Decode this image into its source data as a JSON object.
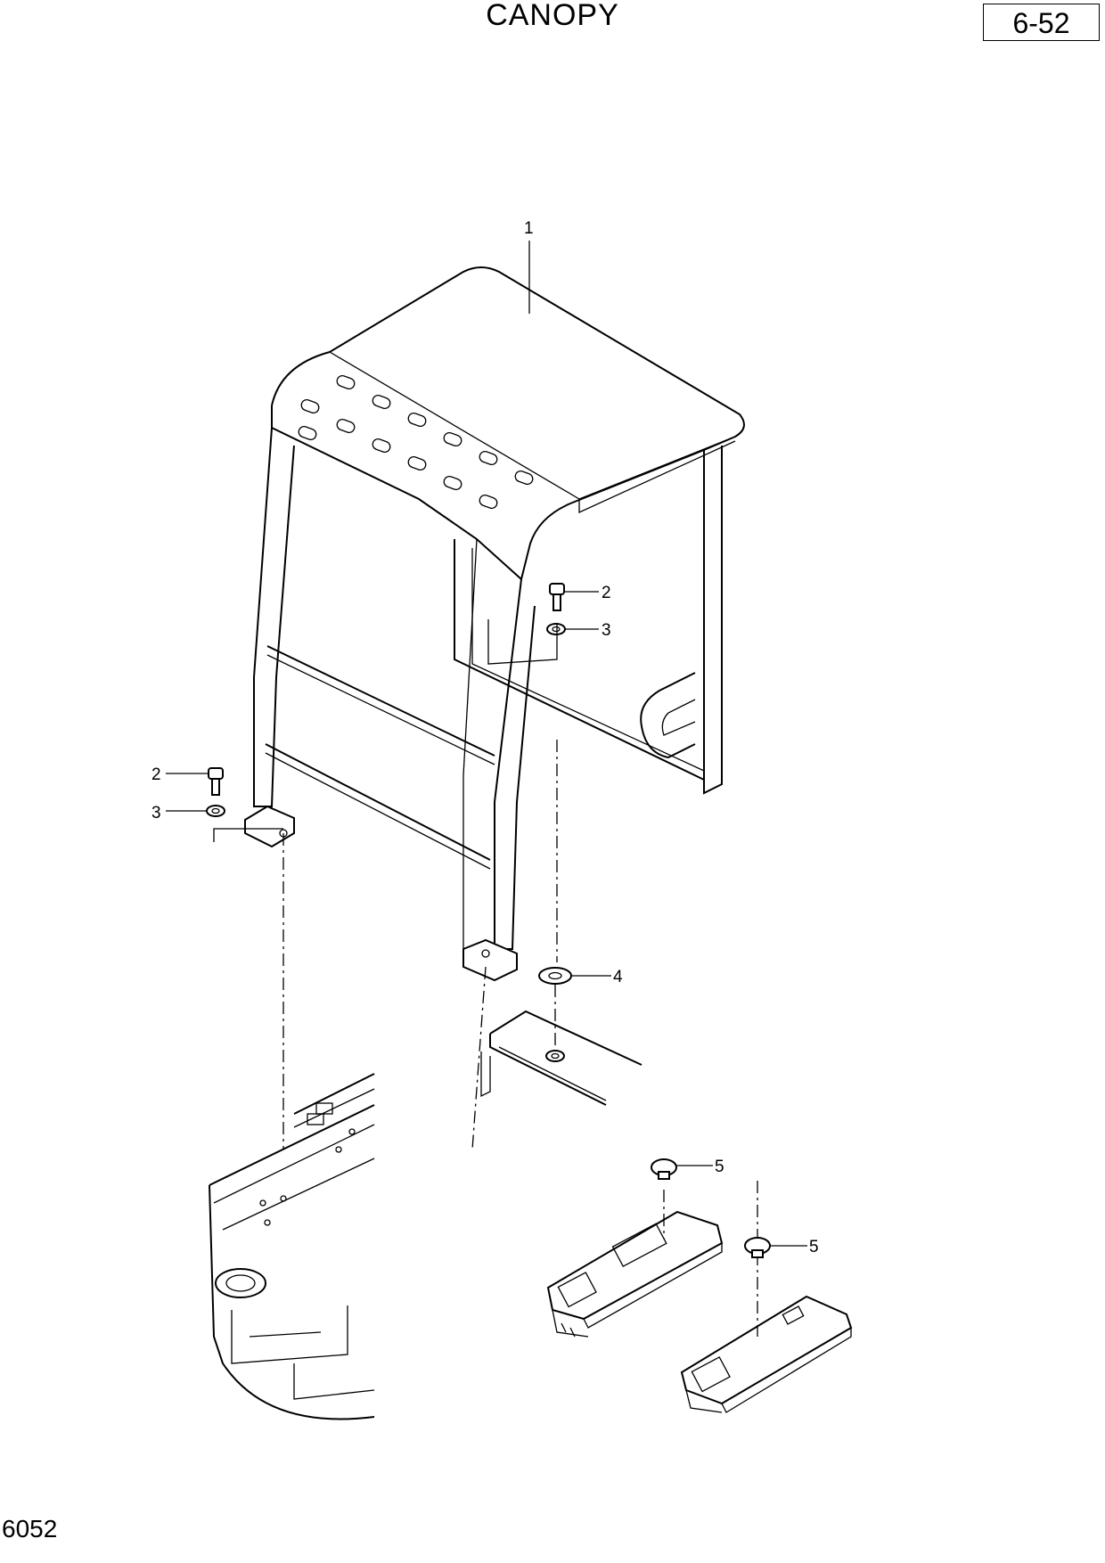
{
  "header": {
    "title": "CANOPY",
    "page_number": "6-52"
  },
  "footer": {
    "figure_code": "6052"
  },
  "callouts": [
    {
      "id": "c1",
      "label": "1"
    },
    {
      "id": "c2a",
      "label": "2"
    },
    {
      "id": "c3a",
      "label": "3"
    },
    {
      "id": "c2b",
      "label": "2"
    },
    {
      "id": "c3b",
      "label": "3"
    },
    {
      "id": "c4",
      "label": "4"
    },
    {
      "id": "c5a",
      "label": "5"
    },
    {
      "id": "c5b",
      "label": "5"
    }
  ]
}
